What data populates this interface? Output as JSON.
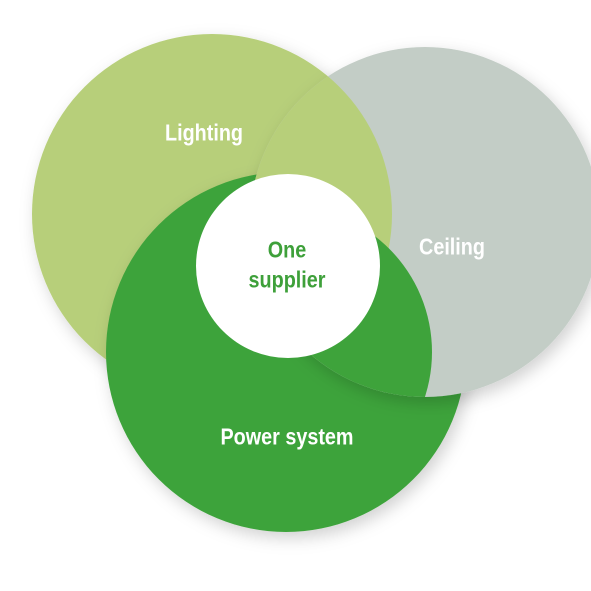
{
  "diagram": {
    "circles": [
      {
        "label": "Lighting",
        "color": "#b7cf7a"
      },
      {
        "label": "Ceiling",
        "color": "#c3cdc6"
      },
      {
        "label": "Power system",
        "color": "#3ea33b"
      }
    ],
    "center": {
      "line1": "One",
      "line2": "supplier",
      "color": "#3ea03a",
      "fill": "#ffffff"
    }
  }
}
